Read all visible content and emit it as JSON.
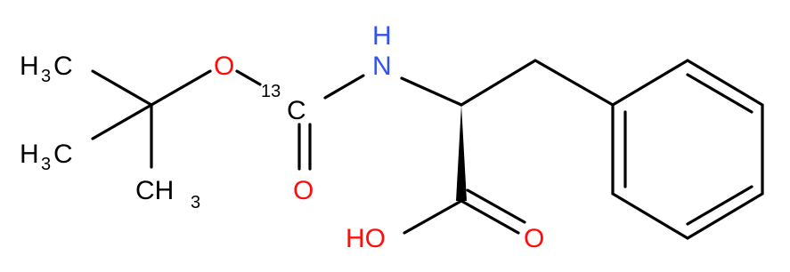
{
  "molecule": {
    "atoms": {
      "methyl_top": {
        "symbol": "H",
        "subscript": "3",
        "element": "C",
        "color": "#000000"
      },
      "methyl_mid": {
        "symbol": "H",
        "subscript": "3",
        "element": "C",
        "color": "#000000"
      },
      "methyl_bottom": {
        "element": "CH",
        "subscript": "3",
        "color": "#000000"
      },
      "ester_oxygen": {
        "element": "O",
        "color": "#ff0d0d"
      },
      "isotope_label": {
        "text": "13",
        "color": "#000000"
      },
      "carbonyl_c": {
        "element": "C",
        "color": "#000000"
      },
      "carbonyl_o": {
        "element": "O",
        "color": "#ff0d0d"
      },
      "amide_n": {
        "element": "N",
        "color": "#3050f8"
      },
      "amide_h": {
        "element": "H",
        "color": "#3050f8"
      },
      "acid_oh": {
        "element": "HO",
        "color": "#ff0d0d"
      },
      "acid_o": {
        "element": "O",
        "color": "#ff0d0d"
      }
    }
  }
}
